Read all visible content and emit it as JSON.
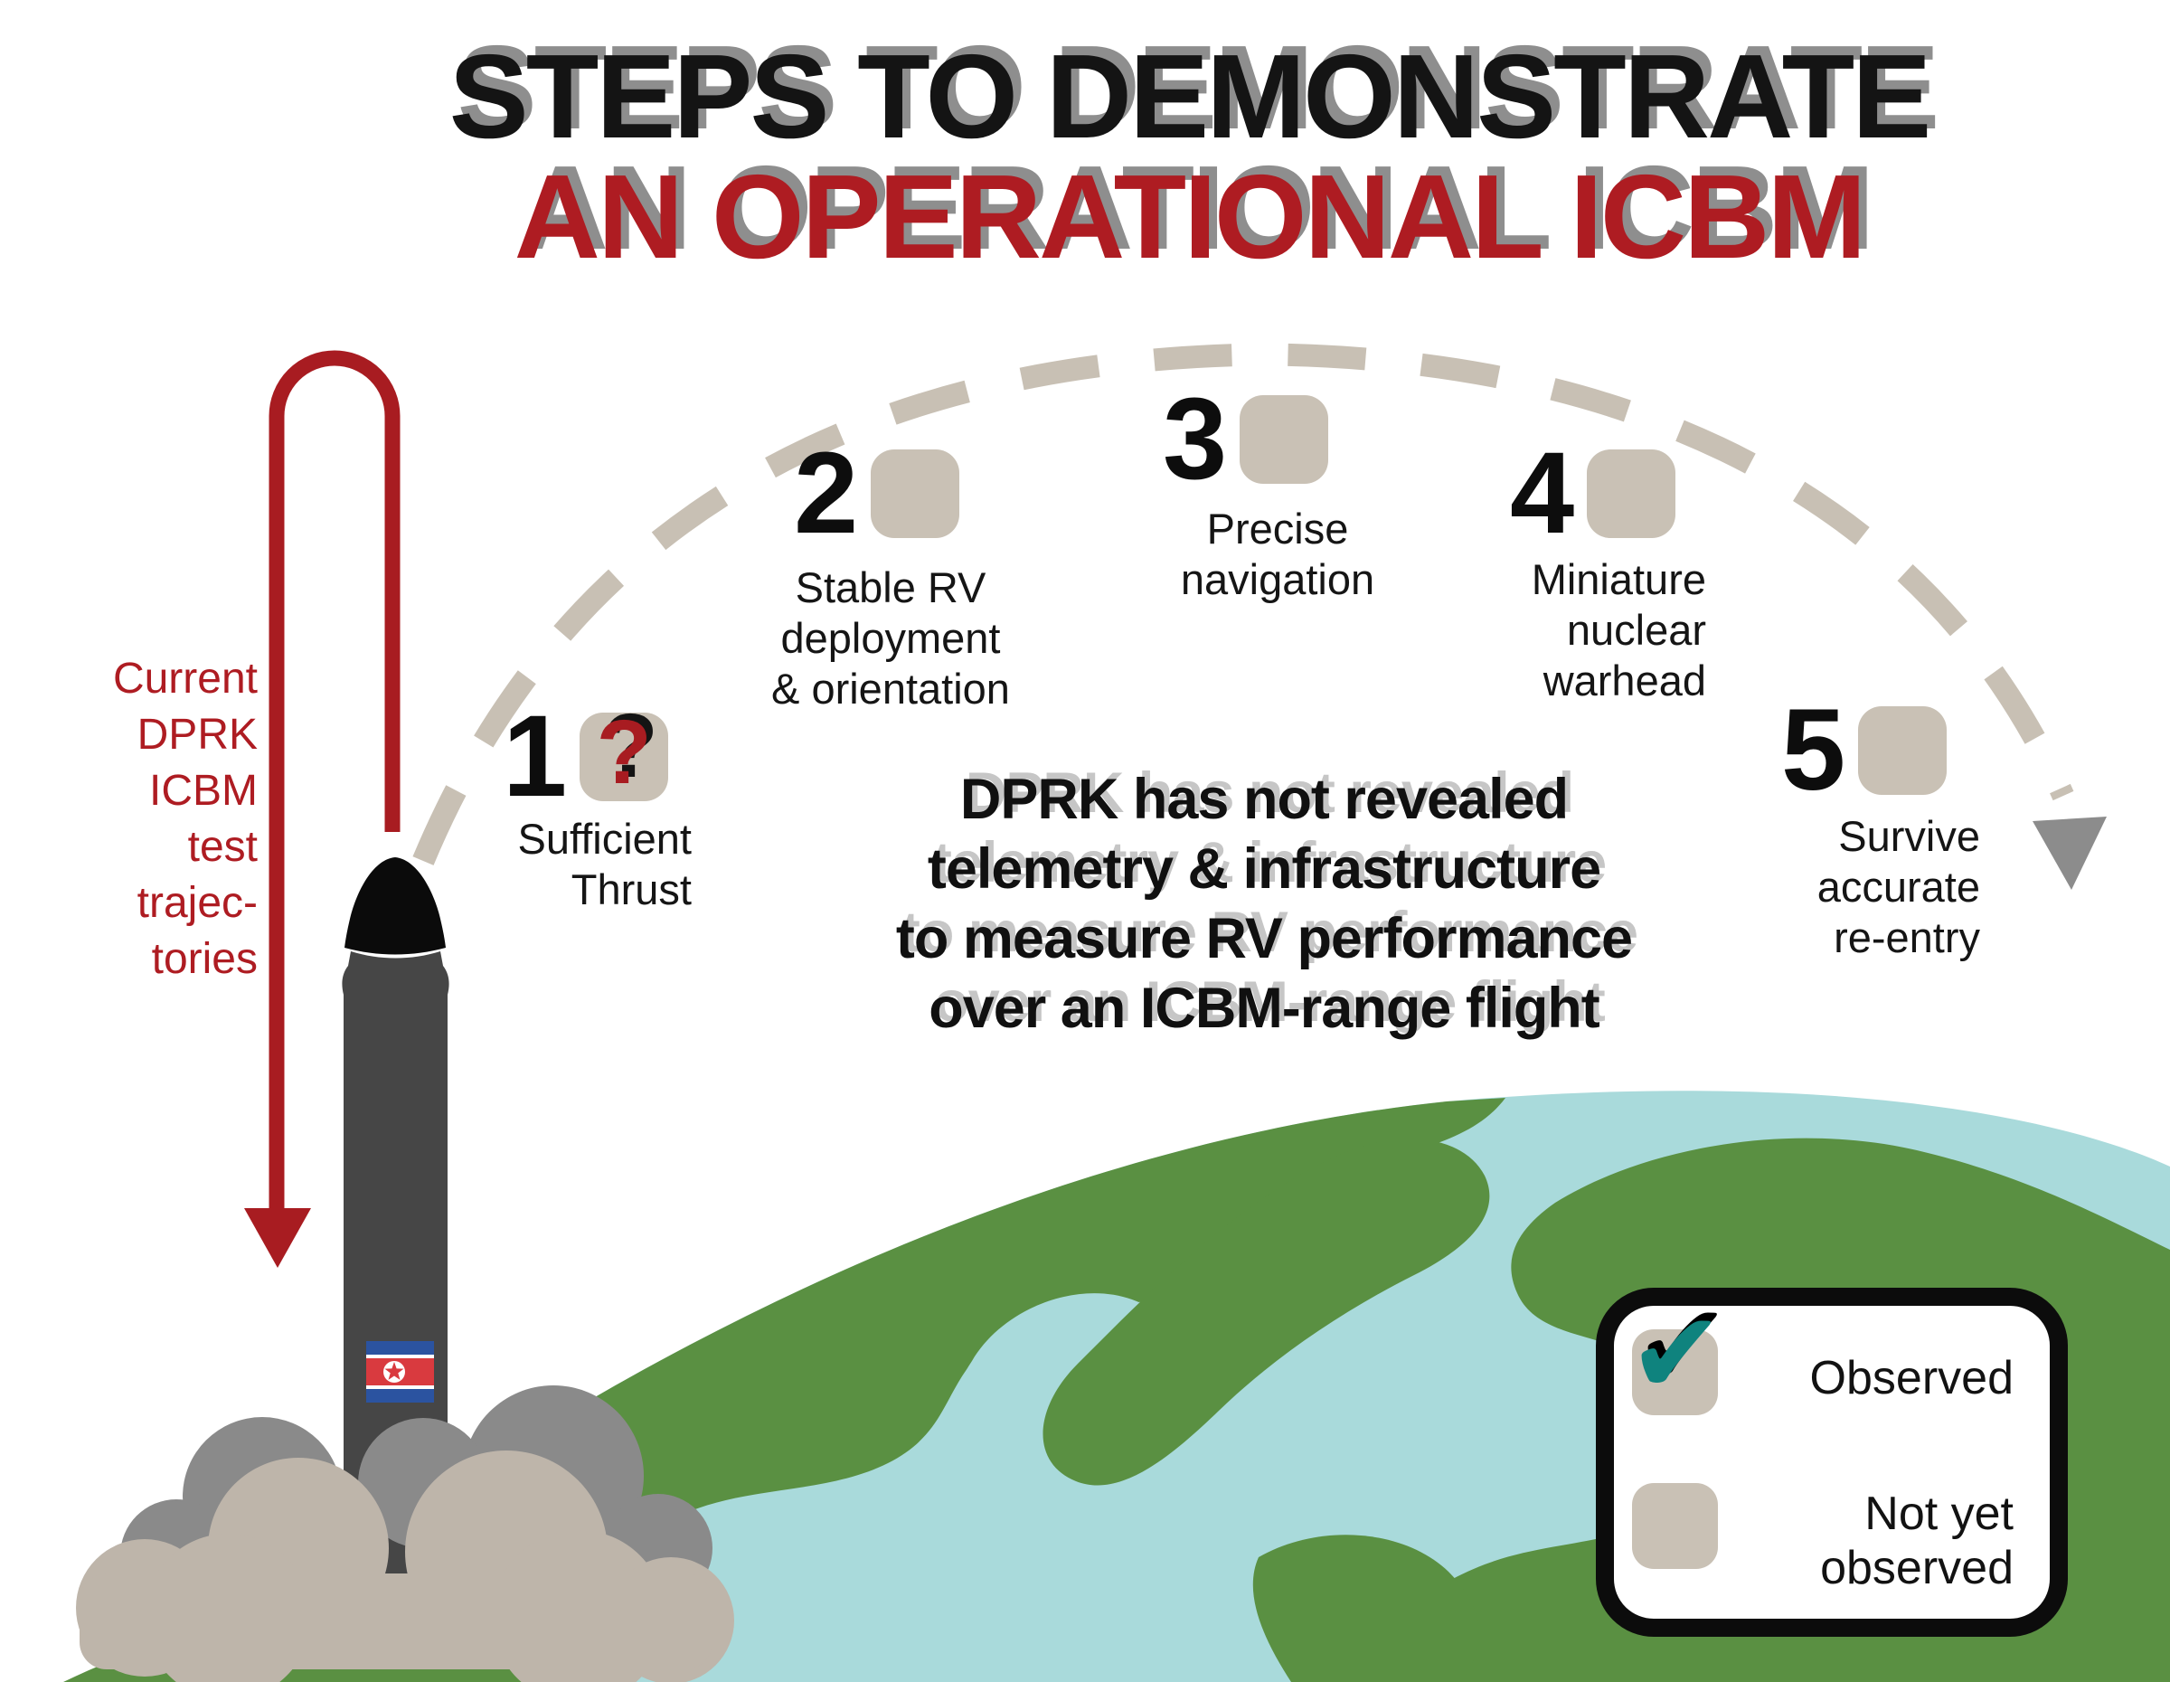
{
  "title": {
    "line1": "STEPS TO DEMONSTRATE",
    "line2": "AN OPERATIONAL ICBM"
  },
  "trajectory_label": {
    "lines": [
      "Current",
      "DPRK",
      "ICBM",
      "test",
      "trajec-",
      "tories"
    ]
  },
  "steps": [
    {
      "number": "1",
      "marker": "?",
      "status": "unknown",
      "label_lines": [
        "Sufficient",
        "Thrust"
      ]
    },
    {
      "number": "2",
      "status": "not yet observed",
      "label_lines": [
        "Stable RV",
        "deployment",
        "& orientation"
      ]
    },
    {
      "number": "3",
      "status": "not yet observed",
      "label_lines": [
        "Precise",
        "navigation"
      ]
    },
    {
      "number": "4",
      "status": "not yet observed",
      "label_lines": [
        "Miniature",
        "nuclear",
        "warhead"
      ]
    },
    {
      "number": "5",
      "status": "not yet observed",
      "label_lines": [
        "Survive",
        "accurate",
        "re-entry"
      ]
    }
  ],
  "callout": {
    "lines": [
      "DPRK has not revealed",
      "telemetry & infrastructure",
      "to measure RV performance",
      "over an ICBM-range flight"
    ]
  },
  "legend": {
    "check_icon": "✔",
    "observed_label": "Observed",
    "not_observed_lines": [
      "Not yet",
      "observed"
    ]
  },
  "colors": {
    "title_black": "#141414",
    "title_red": "#ae1c22",
    "shadow_gray": "#8e8e8e",
    "arrow_red": "#a81c21",
    "dash_tan": "#c8c0b4",
    "checkbox_tan": "#c9c1b5",
    "check_teal": "#0f837e",
    "earth_water": "#a9dadb",
    "earth_land": "#5a9042",
    "smoke_dark": "#8a8a8a",
    "smoke_light": "#beb5aa",
    "missile_body": "#464646",
    "flag_blue": "#2b53a0",
    "flag_red": "#d93a3f"
  }
}
